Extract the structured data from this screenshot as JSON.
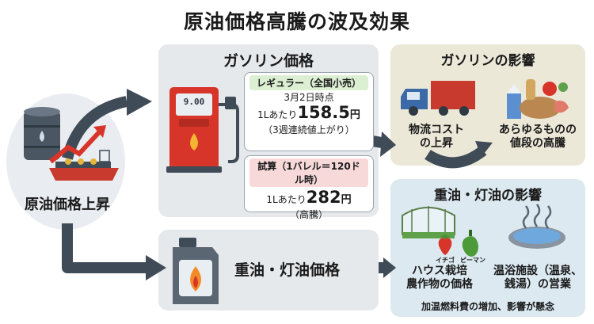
{
  "title": "原油価格高騰の波及効果",
  "origin": {
    "label": "原油価格上昇"
  },
  "gasoline": {
    "heading": "ガソリン価格",
    "pump_display": "9.00",
    "regular": {
      "title": "レギュラー（全国小売）",
      "date": "3月2日時点",
      "prefix": "1Lあたり",
      "price": "158.5",
      "unit": "円",
      "note": "（3週連続値上がり）"
    },
    "trial": {
      "title": "試算（1バレル＝120ドル時）",
      "prefix": "1Lあたり",
      "price": "282",
      "unit": "円",
      "note": "（高騰）"
    }
  },
  "heavy_oil": {
    "label": "重油・灯油価格"
  },
  "gas_effects": {
    "heading": "ガソリンの影響",
    "logistics": [
      "物流コスト",
      "の上昇"
    ],
    "prices": [
      "あらゆるものの",
      "値段の高騰"
    ]
  },
  "heavy_effects": {
    "heading": "重油・灯油の影響",
    "greenhouse": [
      "ハウス栽培",
      "農作物の価格"
    ],
    "strawberry": "イチゴ",
    "pepper": "ピーマン",
    "bath": [
      "温浴施設（温泉、",
      "銭湯）の営業"
    ],
    "footnote": "加温燃料費の増加、影響が懸念"
  },
  "colors": {
    "accent_red": "#d8352a",
    "arrow": "#3f4b57",
    "panel_gray": "#e6e9ec",
    "panel_beige": "#ece8d8",
    "panel_blue": "#dce9f1",
    "regular_tag": "#dcefd3",
    "trial_tag": "#f7d9d9"
  }
}
